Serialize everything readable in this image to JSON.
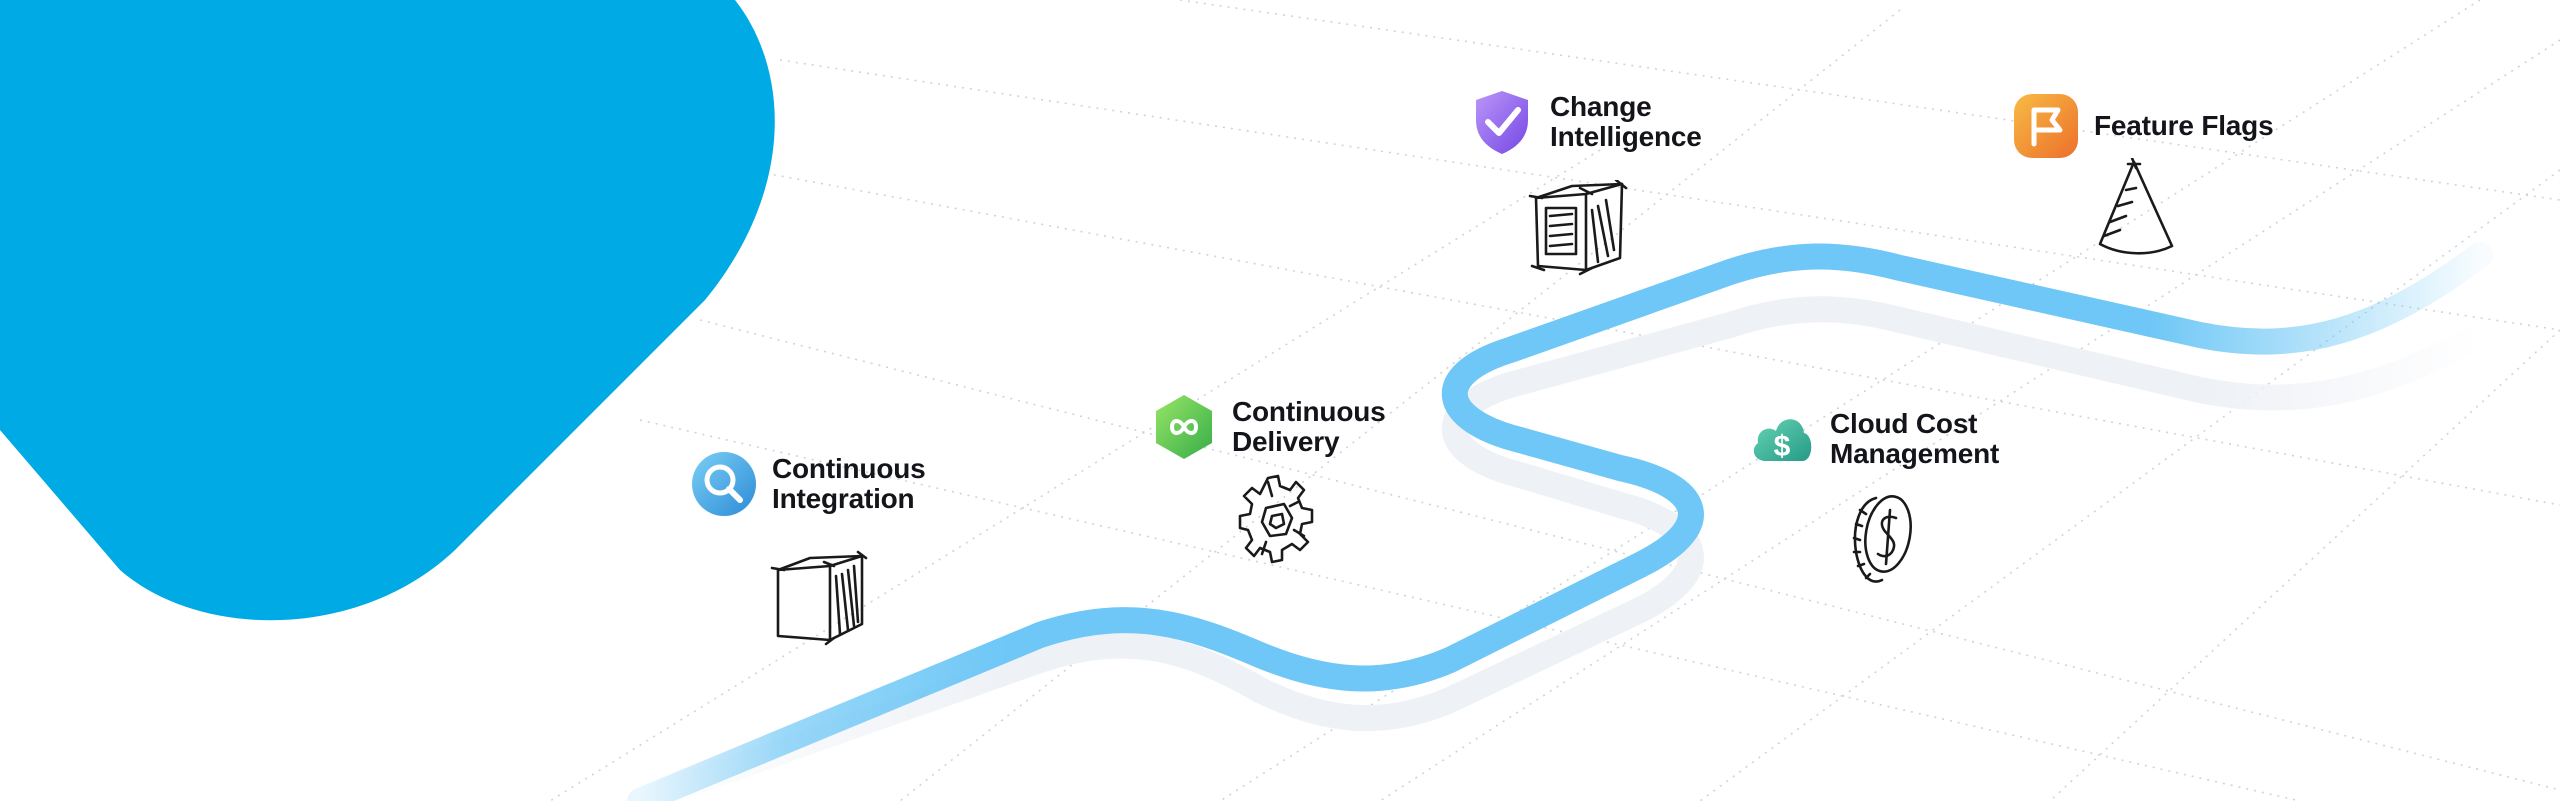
{
  "colors": {
    "blob": "#00aae4",
    "road": "#6ec7f6",
    "road_shadow": "#eef1f6",
    "grid": "#d0d3d8",
    "text": "#14151a"
  },
  "modules": [
    {
      "id": "ci",
      "icon": "magnifier-icon",
      "line1": "Continuous",
      "line2": "Integration",
      "color_a": "#6cc4f2",
      "color_b": "#2e8fd8",
      "sketch": "box-sketch-icon"
    },
    {
      "id": "cd",
      "icon": "infinity-icon",
      "line1": "Continuous",
      "line2": "Delivery",
      "color_a": "#8ee05a",
      "color_b": "#3fb54a",
      "sketch": "gear-sketch-icon"
    },
    {
      "id": "chi",
      "icon": "shield-check-icon",
      "line1": "Change",
      "line2": "Intelligence",
      "color_a": "#b48cf7",
      "color_b": "#7a4fe6",
      "sketch": "crate-sketch-icon"
    },
    {
      "id": "ccm",
      "icon": "cloud-dollar-icon",
      "line1": "Cloud Cost",
      "line2": "Management",
      "color_a": "#5ccfae",
      "color_b": "#2a9f8a",
      "sketch": "coin-sketch-icon"
    },
    {
      "id": "ff",
      "icon": "flag-icon",
      "line1": "Feature Flags",
      "line2": "",
      "color_a": "#f7b041",
      "color_b": "#ee7b2c",
      "sketch": "cone-sketch-icon"
    }
  ]
}
